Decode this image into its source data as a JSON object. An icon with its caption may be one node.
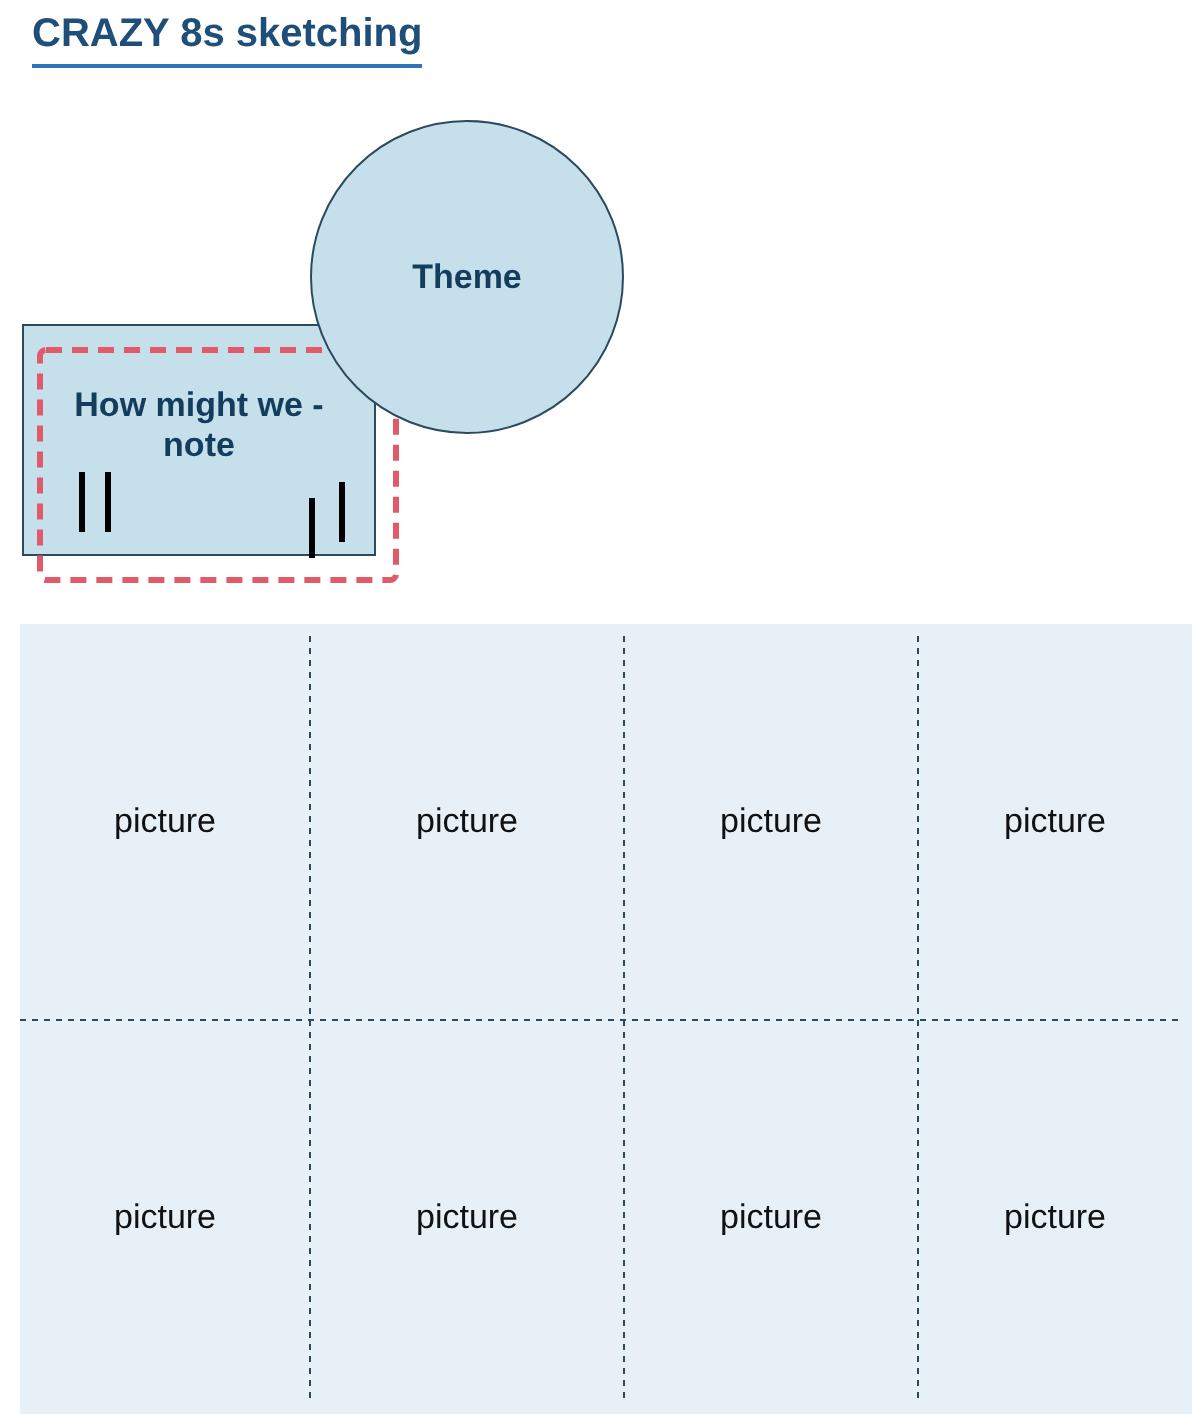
{
  "diagram": {
    "title": "CRAZY 8s sketching",
    "nodes": [
      {
        "text": [
          "How might we - note"
        ]
      },
      {
        "text": [
          "Theme"
        ]
      },
      {
        "text": [],
        "shape": "box"
      },
      {
        "text": [
          "picture"
        ],
        "in": 2
      },
      {
        "text": [
          "picture"
        ],
        "in": 2
      },
      {
        "text": [
          "picture"
        ],
        "in": 2
      },
      {
        "text": [
          "picture"
        ],
        "in": 2
      },
      {
        "text": [
          "picture"
        ],
        "in": 2
      },
      {
        "text": [
          "picture"
        ],
        "in": 2
      },
      {
        "text": [
          "picture"
        ],
        "in": 2
      },
      {
        "text": [
          "picture"
        ],
        "in": 2
      }
    ]
  }
}
